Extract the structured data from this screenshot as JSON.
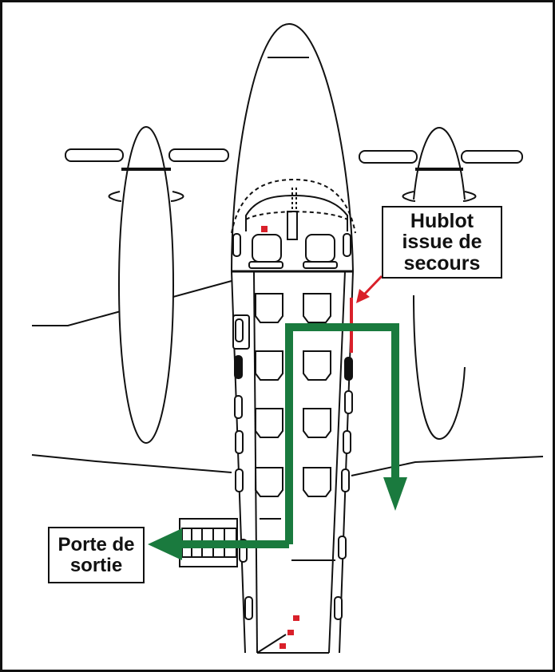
{
  "labels": {
    "hublot": [
      "Hublot",
      "issue de",
      "secours"
    ],
    "porte": [
      "Porte de",
      "sortie"
    ]
  },
  "colors": {
    "exit_path": "#1a7a3e",
    "emergency": "#d9202a",
    "outline": "#111111"
  }
}
